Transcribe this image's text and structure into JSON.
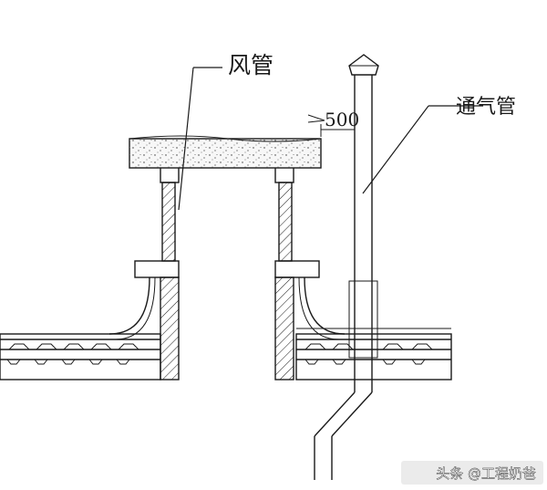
{
  "labels": {
    "duct": "风管",
    "vent_pipe": "通气管",
    "dimension": "500"
  },
  "watermark": "头条 @工程奶爸",
  "colors": {
    "line": "#1a1a1a",
    "concrete_fill": "#f7f7f7",
    "background": "#ffffff"
  }
}
